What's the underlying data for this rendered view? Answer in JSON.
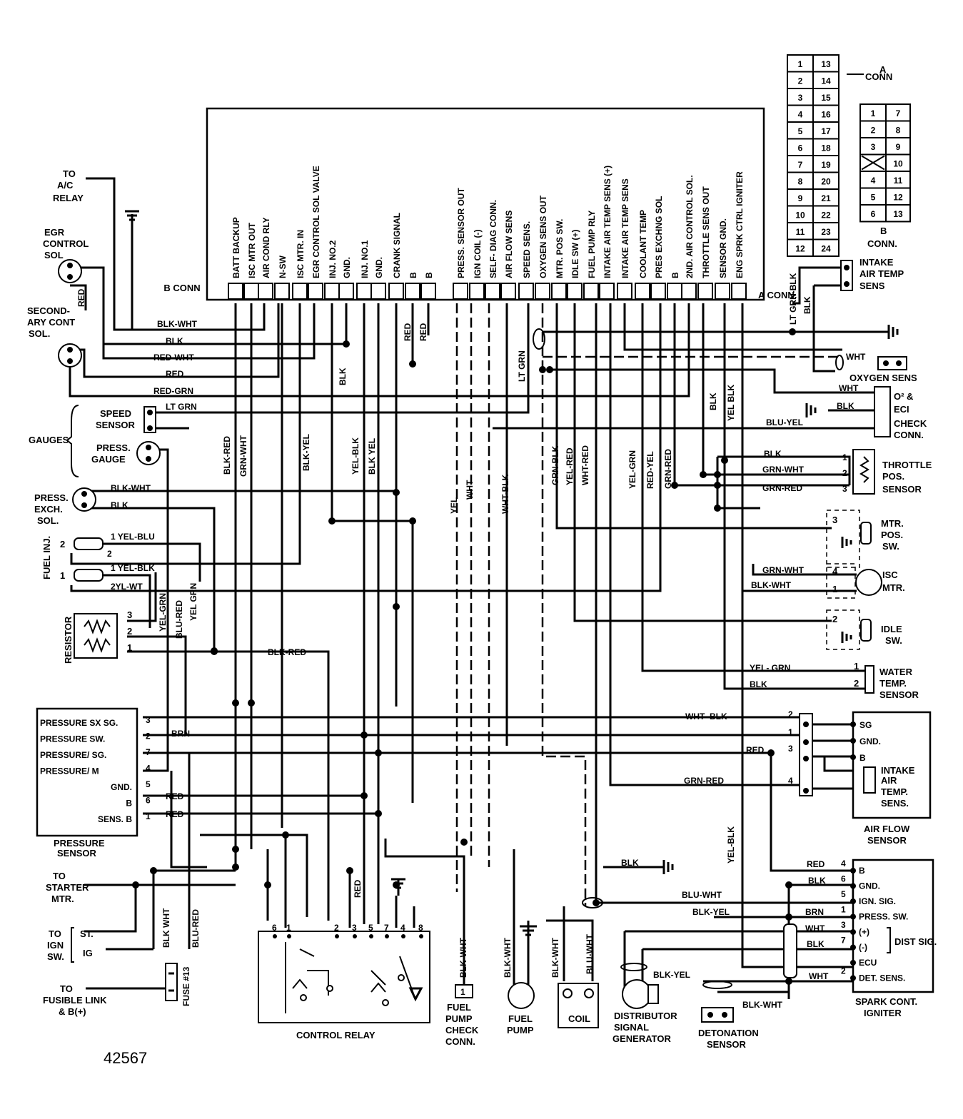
{
  "figure_number": "42567",
  "ecu": {
    "b_conn_label": "B CONN",
    "a_conn_label": "A CONN.",
    "pins": [
      "BATT BACKUP",
      "ISC MTR OUT",
      "AIR COND RLY",
      "N-SW",
      "ISC MTR. IN",
      "EGR CONTROL SOL VALVE",
      "INJ. NO.2",
      "GND.",
      "INJ. NO.1",
      "GND.",
      "CRANK SIGNAL",
      "B",
      "B",
      "PRESS. SENSOR OUT",
      "IGN COIL (-)",
      "SELF- DIAG CONN.",
      "AIR FLOW SENS",
      "SPEED SENS.",
      "OXYGEN SENS OUT",
      "MTR. POS SW.",
      "IDLE SW (+)",
      "FUEL PUMP RLY",
      "INTAKE AIR TEMP SENS (+)",
      "INTAKE AIR TEMP SENS",
      "COOLANT TEMP",
      "PRES EXCHNG SOL",
      "B",
      "2ND. AIR CONTROL SOL.",
      "THROTTLE SENS OUT",
      "SENSOR GND.",
      "ENG SPRK CTRL IGNITER"
    ]
  },
  "connector_a": {
    "label": "A CONN",
    "rows": [
      [
        "1",
        "13"
      ],
      [
        "2",
        "14"
      ],
      [
        "3",
        "15"
      ],
      [
        "4",
        "16"
      ],
      [
        "5",
        "17"
      ],
      [
        "6",
        "18"
      ],
      [
        "7",
        "19"
      ],
      [
        "8",
        "20"
      ],
      [
        "9",
        "21"
      ],
      [
        "10",
        "22"
      ],
      [
        "11",
        "23"
      ],
      [
        "12",
        "24"
      ]
    ]
  },
  "connector_b": {
    "label": "B CONN.",
    "rows": [
      [
        "1",
        "7"
      ],
      [
        "2",
        "8"
      ],
      [
        "3",
        "9"
      ],
      [
        "",
        "10"
      ],
      [
        "4",
        "11"
      ],
      [
        "5",
        "12"
      ],
      [
        "6",
        "13"
      ]
    ]
  },
  "left_components": {
    "ac_relay": [
      "TO",
      "A/C",
      "RELAY"
    ],
    "egr_sol": [
      "EGR",
      "CONTROL",
      "SOL"
    ],
    "secondary_sol": [
      "SECOND-",
      "ARY CONT",
      "SOL."
    ],
    "gauges": "GAUGES",
    "speed_sensor": [
      "SPEED",
      "SENSOR"
    ],
    "press_gauge": [
      "PRESS.",
      "GAUGE"
    ],
    "press_exch_sol": [
      "PRESS.",
      "EXCH.",
      "SOL."
    ],
    "fuel_inj": "FUEL INJ.",
    "resistor": "RESISTOR",
    "pressure_sensor": {
      "title": [
        "PRESSURE",
        "SENSOR"
      ],
      "rows": [
        {
          "label": "PRESSURE SX SG.",
          "pin": "3"
        },
        {
          "label": "PRESSURE SW.",
          "pin": "2"
        },
        {
          "label": "PRESSURE/ SG.",
          "pin": "7"
        },
        {
          "label": "PRESSURE/ M",
          "pin": "4"
        },
        {
          "label": "GND.",
          "pin": "5"
        },
        {
          "label": "B",
          "pin": "6"
        },
        {
          "label": "SENS. B",
          "pin": "1"
        }
      ]
    },
    "starter": [
      "TO",
      "STARTER",
      "MTR."
    ],
    "ign_sw": [
      "TO",
      "IGN",
      "SW."
    ],
    "ign_st": "ST.",
    "ign_ig": "IG",
    "fusible": [
      "TO",
      "FUSIBLE LINK",
      "& B(+)"
    ],
    "fuse": "FUSE #13"
  },
  "bottom_components": {
    "control_relay": "CONTROL RELAY",
    "relay_pins": [
      "6",
      "1",
      "2",
      "3",
      "5",
      "7",
      "4",
      "8"
    ],
    "fuel_pump_check": [
      "FUEL",
      "PUMP",
      "CHECK",
      "CONN."
    ],
    "fuel_pump_check_pin": "1",
    "fuel_pump": [
      "FUEL",
      "PUMP"
    ],
    "coil": "COIL",
    "dist_gen": [
      "DISTRIBUTOR",
      "SIGNAL",
      "GENERATOR"
    ],
    "det_sensor": [
      "DETONATION",
      "SENSOR"
    ]
  },
  "right_components": {
    "intake_air_temp_sens": [
      "INTAKE",
      "AIR TEMP",
      "SENS"
    ],
    "oxygen_sens": "OXYGEN SENS",
    "o2_check": [
      "O² &",
      "ECI",
      "CHECK",
      "CONN."
    ],
    "throttle_pos": [
      "THROTTLE",
      "POS.",
      "SENSOR"
    ],
    "throttle_pins": [
      "1",
      "2",
      "3"
    ],
    "mtr_pos": [
      "MTR.",
      "POS.",
      "SW."
    ],
    "isc_mtr": [
      "ISC",
      "MTR."
    ],
    "idle_sw": [
      "IDLE",
      "SW."
    ],
    "water_temp": [
      "WATER",
      "TEMP.",
      "SENSOR"
    ],
    "air_flow_sensor": {
      "title": [
        "AIR FLOW",
        "SENSOR"
      ],
      "rows": [
        "SG",
        "GND.",
        "B"
      ],
      "intake": [
        "INTAKE",
        "AIR",
        "TEMP.",
        "SENS."
      ],
      "pins": [
        "2",
        "1",
        "3",
        "4"
      ]
    },
    "spark_igniter": {
      "title": [
        "SPARK CONT.",
        "IGNITER"
      ],
      "rows": [
        "B",
        "GND.",
        "IGN. SIG.",
        "PRESS. SW.",
        "(+)",
        "(-)",
        "ECU",
        "DET. SENS."
      ],
      "dist_sig": "DIST SIG.",
      "pins": [
        "4",
        "6",
        "5",
        "1",
        "3",
        "7",
        "",
        "2"
      ]
    }
  },
  "wire_labels": {
    "blk_wht": "BLK-WHT",
    "blk": "BLK",
    "red_wht": "RED-WHT",
    "red": "RED",
    "red_grn": "RED-GRN",
    "lt_grn": "LT GRN",
    "yel_blu": "1 YEL-BLU",
    "yel_blk": "1 YEL-BLK",
    "yl_wt": "2YL-WT",
    "two": "2",
    "blk_red": "BLK-RED",
    "grn_wht": "GRN-WHT",
    "blk_yel": "BLK-YEL",
    "yel_blk_v": "YEL-BLK",
    "blk_yel_v": "BLK YEL",
    "yel": "YEL",
    "wht": "WHT",
    "wht_blk": "WHT-BLK",
    "lt_grn_v": "LT GRN",
    "grn_blk": "GRN-BLK",
    "yel_red": "YEL-RED",
    "wht_red": "WHT-RED",
    "yel_grn": "YEL-GRN",
    "red_yel": "RED-YEL",
    "grn_red": "GRN-RED",
    "lt_grn_blk": "LT GRN-BLK",
    "blk_v": "BLK",
    "yel_blk2": "YEL BLK",
    "blu_yel": "BLU-YEL",
    "brn": "BRN",
    "blu_red": "BLU-RED",
    "yel_grn2": "YEL-GRN",
    "blu_red2": "BLU-RED",
    "yel_grn3": "YEL GRN",
    "blk_wht2": "BLK WHT",
    "blu_wht": "BLU-WHT",
    "wht_blk2": "WHT- BLK",
    "grn_red2": "GRN-RED",
    "yel_grn4": "YEL- GRN",
    "grn_wht2": "GRN-WHT",
    "blk_wht3": "BLK-WHT"
  }
}
